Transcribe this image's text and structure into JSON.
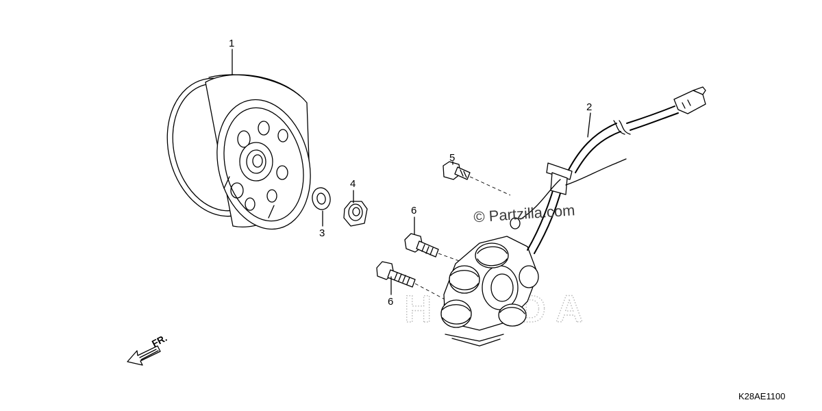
{
  "diagram": {
    "callouts": [
      {
        "id": "1",
        "label": "1"
      },
      {
        "id": "2",
        "label": "2"
      },
      {
        "id": "3",
        "label": "3"
      },
      {
        "id": "4",
        "label": "4"
      },
      {
        "id": "5",
        "label": "5"
      },
      {
        "id": "6a",
        "label": "6"
      },
      {
        "id": "6b",
        "label": "6"
      }
    ],
    "direction_label": "FR.",
    "watermark": "© Partzilla.com",
    "brand_watermark": "HONDA",
    "diagram_code": "K28AE1100"
  }
}
